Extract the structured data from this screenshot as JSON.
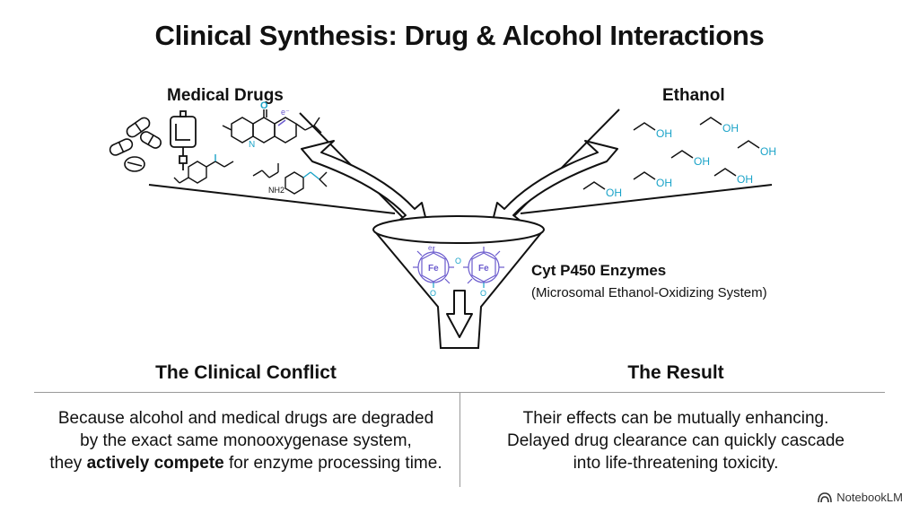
{
  "title": "Clinical Synthesis: Drug & Alcohol Interactions",
  "inputs": {
    "drugs_label": "Medical Drugs",
    "ethanol_label": "Ethanol"
  },
  "molecule_text": {
    "oh": "OH",
    "fe": "Fe",
    "o": "O",
    "n": "N",
    "nh2": "NH2",
    "e_minus": "e⁻"
  },
  "enzyme": {
    "title": "Cyt P450 Enzymes",
    "subtitle": "(Microsomal Ethanol-Oxidizing System)"
  },
  "conflict": {
    "heading": "The Clinical Conflict",
    "line1": "Because alcohol and medical drugs are degraded",
    "line2": "by the exact same monooxygenase system,",
    "line3_pre": "they ",
    "line3_bold": "actively compete",
    "line3_post": " for enzyme processing time."
  },
  "result": {
    "heading": "The Result",
    "line1": "Their effects can be mutually enhancing.",
    "line2": "Delayed drug clearance can quickly cascade",
    "line3": "into life-threatening toxicity."
  },
  "brand": "NotebookLM",
  "colors": {
    "accent_cyan": "#1aa3c8",
    "heme_purple": "#6a5acd",
    "ink": "#111111"
  }
}
